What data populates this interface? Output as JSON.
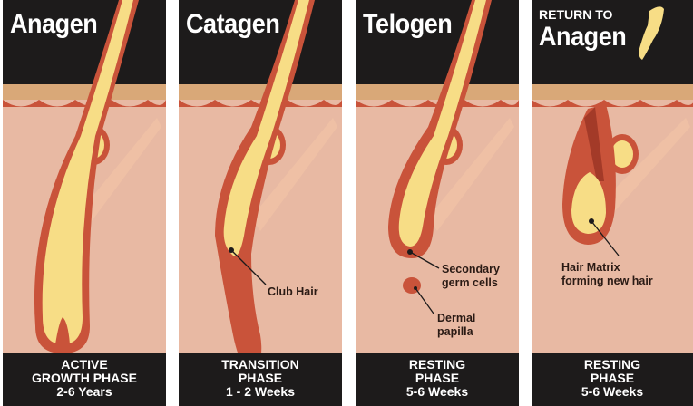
{
  "panels": [
    {
      "title": "Anagen",
      "caption": [
        "ACTIVE",
        "GROWTH PHASE",
        "2-6 Years"
      ]
    },
    {
      "title": "Catagen",
      "caption": [
        "TRANSITION",
        "PHASE",
        "1 - 2 Weeks"
      ],
      "labels": {
        "club_hair": "Club Hair"
      }
    },
    {
      "title": "Telogen",
      "caption": [
        "RESTING",
        "PHASE",
        "5-6 Weeks"
      ],
      "labels": {
        "secondary_germ": [
          "Secondary",
          "germ cells"
        ],
        "dermal_papilla": [
          "Dermal",
          "papilla"
        ]
      }
    },
    {
      "pretitle": "RETURN TO",
      "title": "Anagen",
      "caption": [
        "RESTING",
        "PHASE",
        "5-6 Weeks"
      ],
      "labels": {
        "hair_matrix": [
          "Hair Matrix",
          "forming new hair"
        ]
      }
    }
  ],
  "colors": {
    "black": "#1d1b1b",
    "skin": "#e8b9a3",
    "tan": "#d9a878",
    "hair": "#f7dd86",
    "follicle": "#c9533a"
  }
}
